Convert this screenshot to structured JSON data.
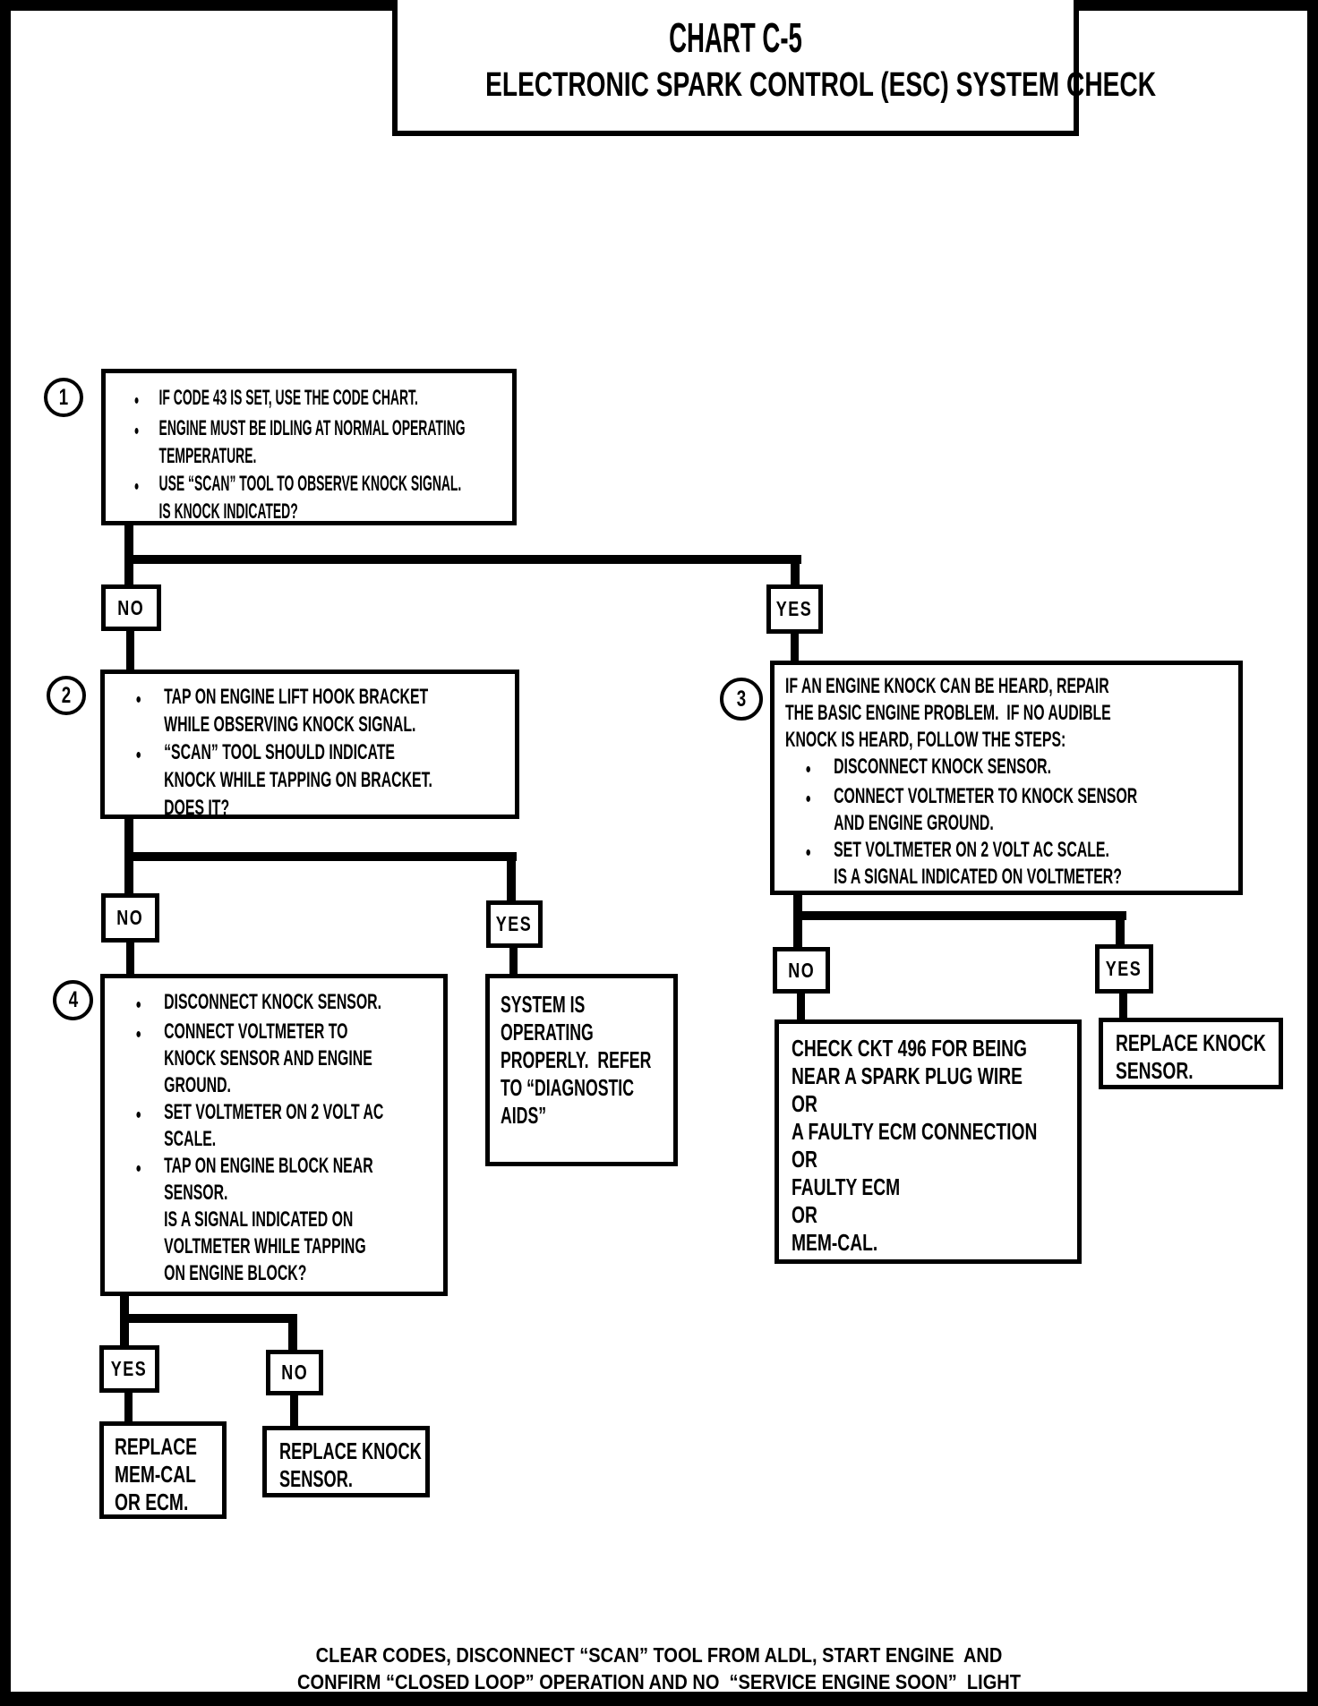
{
  "title": {
    "chart_id": "CHART C-5",
    "subtitle": "ELECTRONIC SPARK CONTROL (ESC) SYSTEM CHECK"
  },
  "decision_labels": {
    "yes": "YES",
    "no": "NO"
  },
  "steps": {
    "1": {
      "number": "1",
      "bullets": [
        "IF CODE 43 IS SET, USE THE CODE CHART.",
        "ENGINE MUST BE IDLING AT NORMAL OPERATING\nTEMPERATURE.",
        "USE “SCAN” TOOL TO OBSERVE KNOCK SIGNAL.\nIS KNOCK INDICATED?"
      ]
    },
    "2": {
      "number": "2",
      "bullets": [
        "TAP ON ENGINE LIFT HOOK BRACKET\nWHILE OBSERVING KNOCK SIGNAL.",
        "“SCAN” TOOL SHOULD INDICATE\nKNOCK WHILE TAPPING ON BRACKET.\nDOES IT?"
      ]
    },
    "3": {
      "number": "3",
      "intro": "IF AN ENGINE KNOCK CAN BE HEARD, REPAIR\nTHE BASIC ENGINE PROBLEM.  IF NO AUDIBLE\nKNOCK IS HEARD, FOLLOW THE STEPS:",
      "bullets": [
        "DISCONNECT KNOCK SENSOR.",
        "CONNECT VOLTMETER TO KNOCK SENSOR\nAND ENGINE GROUND.",
        "SET VOLTMETER ON 2 VOLT AC SCALE.\nIS A SIGNAL INDICATED ON VOLTMETER?"
      ]
    },
    "4": {
      "number": "4",
      "bullets": [
        "DISCONNECT KNOCK SENSOR.",
        "CONNECT VOLTMETER TO\nKNOCK SENSOR AND ENGINE\nGROUND.",
        "SET VOLTMETER ON 2 VOLT AC\nSCALE.",
        "TAP ON ENGINE BLOCK NEAR\nSENSOR.\nIS A SIGNAL INDICATED ON\nVOLTMETER WHILE TAPPING\nON ENGINE BLOCK?"
      ]
    }
  },
  "terminals": {
    "system_ok": "SYSTEM IS\nOPERATING\nPROPERLY.  REFER\nTO “DIAGNOSTIC\nAIDS”",
    "check_ckt_496": "CHECK CKT 496 FOR BEING\nNEAR A SPARK PLUG WIRE\nOR\nA FAULTY ECM CONNECTION\nOR\nFAULTY ECM\nOR\nMEM-CAL.",
    "replace_knock_sensor_right": "REPLACE KNOCK\nSENSOR.",
    "replace_mem_cal": "REPLACE\nMEM-CAL\nOR ECM.",
    "replace_knock_sensor_left": "REPLACE KNOCK\nSENSOR."
  },
  "edges": [
    {
      "from": "step1",
      "label": "NO",
      "to": "step2"
    },
    {
      "from": "step1",
      "label": "YES",
      "to": "step3"
    },
    {
      "from": "step2",
      "label": "NO",
      "to": "step4"
    },
    {
      "from": "step2",
      "label": "YES",
      "to": "system_ok"
    },
    {
      "from": "step3",
      "label": "NO",
      "to": "check_ckt_496"
    },
    {
      "from": "step3",
      "label": "YES",
      "to": "replace_knock_sensor_right"
    },
    {
      "from": "step4",
      "label": "YES",
      "to": "replace_mem_cal"
    },
    {
      "from": "step4",
      "label": "NO",
      "to": "replace_knock_sensor_left"
    }
  ],
  "footer": {
    "line1": "CLEAR CODES, DISCONNECT “SCAN” TOOL FROM ALDL, START ENGINE  AND",
    "line2": "CONFIRM “CLOSED LOOP” OPERATION AND NO  “SERVICE ENGINE SOON”  LIGHT"
  }
}
